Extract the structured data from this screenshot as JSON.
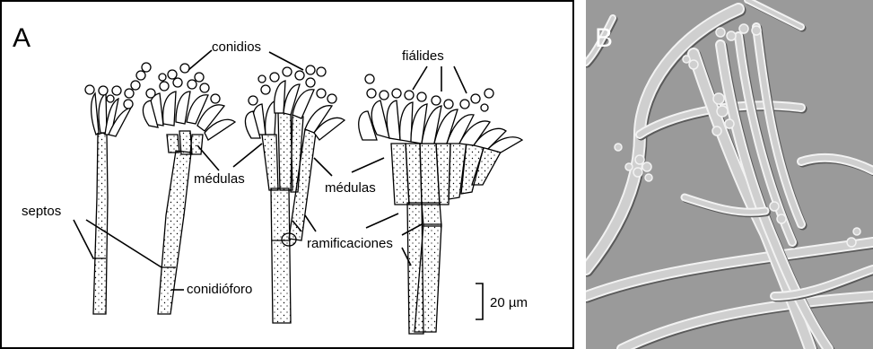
{
  "panel_a": {
    "letter": "A",
    "labels": {
      "conidios": "conidios",
      "fialides": "fiálides",
      "medulas_left": "médulas",
      "medulas_right": "médulas",
      "septos": "septos",
      "ramificaciones": "ramificaciones",
      "conidioforo": "conidióforo",
      "scale": "20 µm"
    }
  },
  "panel_b": {
    "letter": "B",
    "colors": {
      "background": "#9a9a9a",
      "hypha_fill": "#cfcfcf",
      "hypha_edge": "#f2f2f2",
      "shadow": "#5a5a5a"
    }
  }
}
